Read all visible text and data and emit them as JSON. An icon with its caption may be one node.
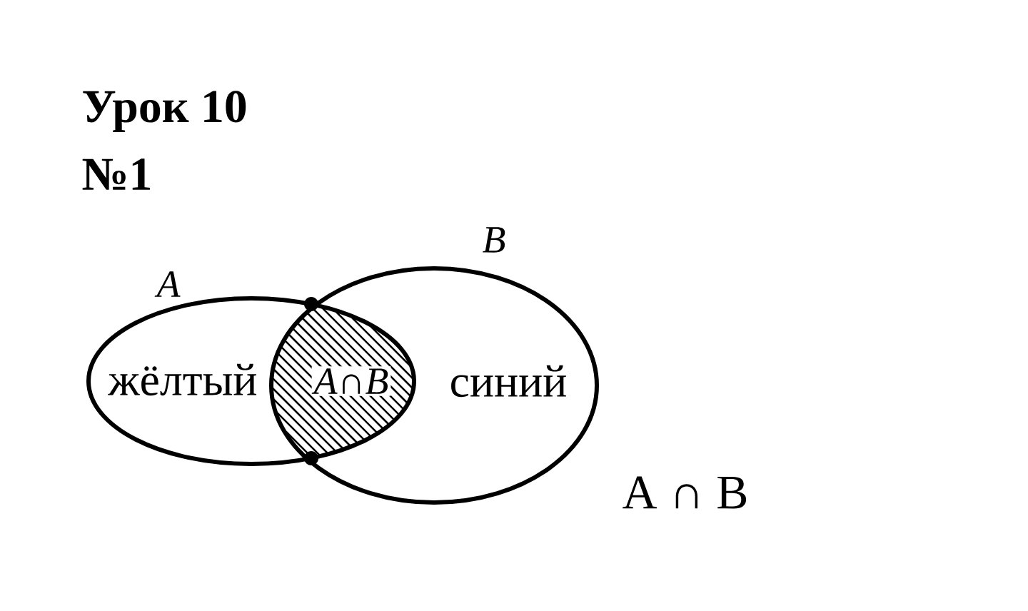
{
  "diagram": {
    "title": "Урок 10",
    "nodes": [
      {
        "text": [
          "A",
          "жёлтый"
        ]
      },
      {
        "text": [
          "B",
          "синий"
        ]
      },
      {
        "text": [
          "*A*∩*B*"
        ]
      }
    ],
    "labels": [
      "№1",
      "A ∩ B"
    ]
  }
}
